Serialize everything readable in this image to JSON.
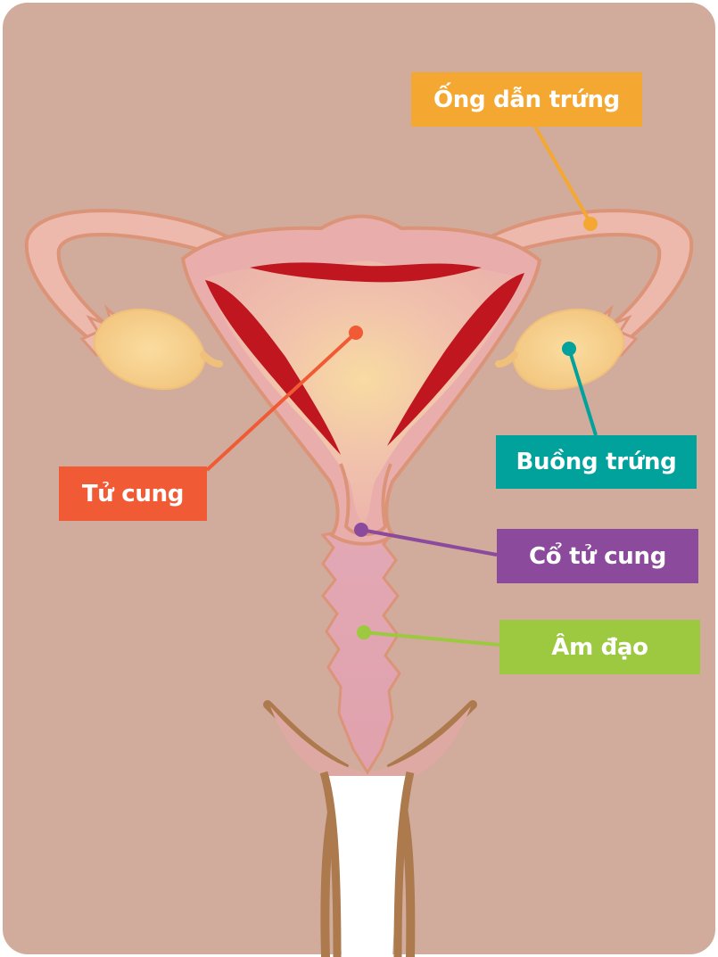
{
  "labels": {
    "fallopian_tube": "Ống dẫn trứng",
    "uterus": "Tử cung",
    "ovary": "Buồng trứng",
    "cervix": "Cổ tử cung",
    "vagina": "Âm đạo"
  },
  "colors": {
    "background": "#d1ab9c",
    "fallopian_tube": "#f5a831",
    "uterus": "#f05a35",
    "ovary": "#00a29b",
    "cervix": "#8b4a9c",
    "vagina": "#9dc940",
    "organ_fill": "#edb9ad",
    "organ_outline": "#dc9478",
    "lining": "#c0161f",
    "ovary_fill": "#f7d293"
  }
}
